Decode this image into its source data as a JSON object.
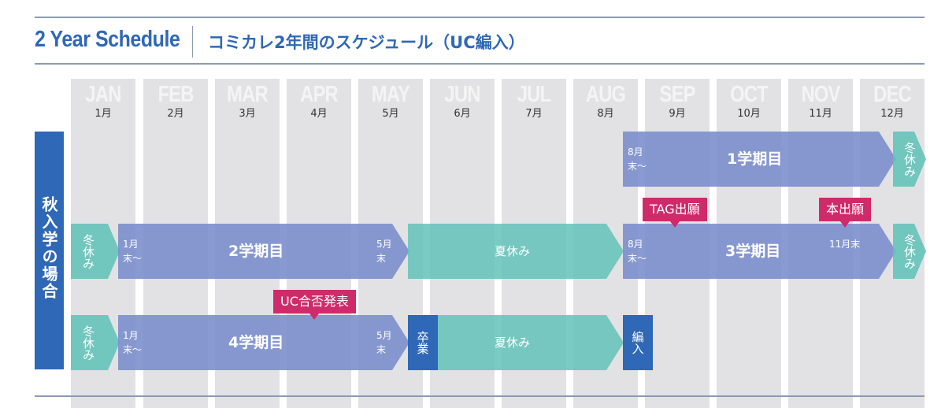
{
  "header": {
    "title_en": "2 Year Schedule",
    "title_ja": "コミカレ2年間のスケジュール（UC編入）"
  },
  "months": [
    {
      "en": "JAN",
      "ja": "1月"
    },
    {
      "en": "FEB",
      "ja": "2月"
    },
    {
      "en": "MAR",
      "ja": "3月"
    },
    {
      "en": "APR",
      "ja": "4月"
    },
    {
      "en": "MAY",
      "ja": "5月"
    },
    {
      "en": "JUN",
      "ja": "6月"
    },
    {
      "en": "JUL",
      "ja": "7月"
    },
    {
      "en": "AUG",
      "ja": "8月"
    },
    {
      "en": "SEP",
      "ja": "9月"
    },
    {
      "en": "OCT",
      "ja": "10月"
    },
    {
      "en": "NOV",
      "ja": "11月"
    },
    {
      "en": "DEC",
      "ja": "12月"
    }
  ],
  "section_label": "秋入学の場合",
  "row1": {
    "term1_start": "8月末〜",
    "term1_label": "1学期目",
    "winter_break": "冬休み"
  },
  "row2": {
    "winter_break_start": "冬休み",
    "term2_start": "1月末〜",
    "term2_label": "2学期目",
    "term2_end": "5月末",
    "summer_break": "夏休み",
    "term3_start": "8月末〜",
    "term3_label": "3学期目",
    "term3_end": "11月末",
    "winter_break_end": "冬休み"
  },
  "row3": {
    "winter_break": "冬休み",
    "term4_start": "1月末〜",
    "term4_label": "4学期目",
    "term4_end": "5月末",
    "graduation": "卒業",
    "summer_break": "夏休み",
    "transfer": "編入"
  },
  "callouts": {
    "tag_apply": "TAG出願",
    "main_apply": "本出願",
    "uc_result": "UC合否発表"
  },
  "colors": {
    "brand_blue": "#2f68b6",
    "term_blue": "#798ccc",
    "break_teal": "#61c2b8",
    "callout_pink": "#cf2b6a",
    "column_gray": "#e2e2e4"
  }
}
